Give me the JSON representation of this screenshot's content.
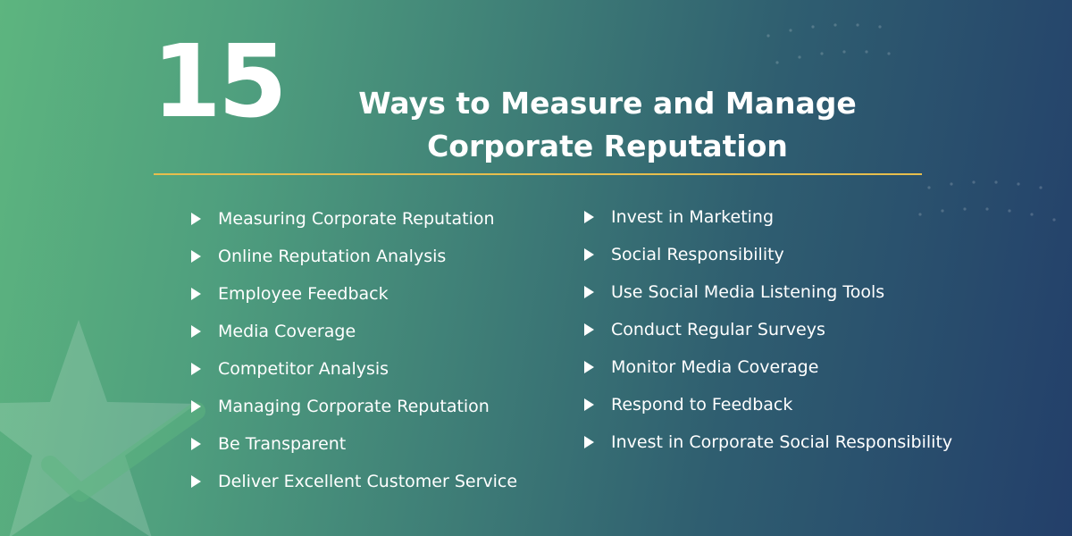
{
  "number": "15",
  "title": "Ways to Measure and Manage Corporate Reputation",
  "colors": {
    "gradient_start": "#5db57f",
    "gradient_end": "#233f6a",
    "divider": "#e7be4d",
    "text": "#ffffff"
  },
  "icons": {
    "bullet": "triangle-right-icon",
    "decoration": "star-check-icon"
  },
  "left_items": [
    "Measuring Corporate Reputation",
    "Online Reputation Analysis",
    "Employee Feedback",
    "Media Coverage",
    "Competitor Analysis",
    "Managing Corporate Reputation",
    "Be Transparent",
    "Deliver Excellent Customer Service"
  ],
  "right_items": [
    "Invest in Marketing",
    "Social Responsibility",
    "Use Social Media Listening Tools",
    "Conduct Regular Surveys",
    "Monitor Media Coverage",
    "Respond to Feedback",
    "Invest in Corporate Social Responsibility"
  ]
}
